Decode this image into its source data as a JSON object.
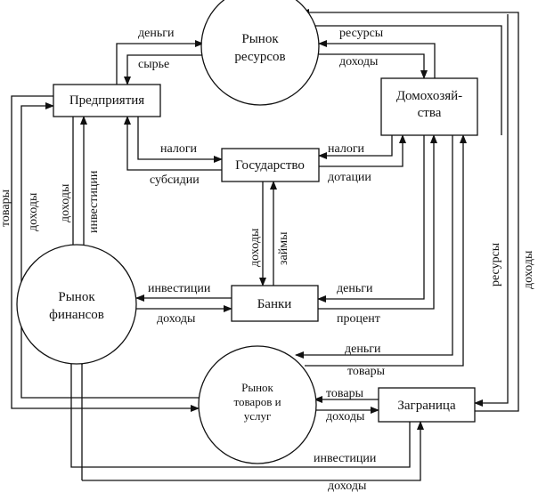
{
  "title": "Кругооборот в экономике",
  "nodes": {
    "resource_market": {
      "lines": [
        "Рынок",
        "ресурсов"
      ],
      "shape": "circle"
    },
    "enterprises": {
      "lines": [
        "Предприятия"
      ],
      "shape": "box"
    },
    "households": {
      "lines": [
        "Домохозяй-",
        "ства"
      ],
      "shape": "box"
    },
    "government": {
      "lines": [
        "Государство"
      ],
      "shape": "box"
    },
    "financial_market": {
      "lines": [
        "Рынок",
        "финансов"
      ],
      "shape": "circle"
    },
    "banks": {
      "lines": [
        "Банки"
      ],
      "shape": "box"
    },
    "goods_market": {
      "lines": [
        "Рынок",
        "товаров и",
        "услуг"
      ],
      "shape": "circle"
    },
    "abroad": {
      "lines": [
        "Заграница"
      ],
      "shape": "box"
    }
  },
  "flows": [
    {
      "id": "ent-res-money",
      "from": "enterprises",
      "to": "resource_market",
      "label": "деньги"
    },
    {
      "id": "res-ent-raw",
      "from": "resource_market",
      "to": "enterprises",
      "label": "сырье"
    },
    {
      "id": "hh-res-resources",
      "from": "households",
      "to": "resource_market",
      "label": "ресурсы"
    },
    {
      "id": "res-hh-income",
      "from": "resource_market",
      "to": "households",
      "label": "доходы"
    },
    {
      "id": "ent-gov-taxes",
      "from": "enterprises",
      "to": "government",
      "label": "налоги"
    },
    {
      "id": "gov-ent-subsidies",
      "from": "government",
      "to": "enterprises",
      "label": "субсидии"
    },
    {
      "id": "hh-gov-taxes",
      "from": "households",
      "to": "government",
      "label": "налоги"
    },
    {
      "id": "gov-hh-grants",
      "from": "government",
      "to": "households",
      "label": "дотации"
    },
    {
      "id": "ent-fin-income",
      "from": "enterprises",
      "to": "financial_market",
      "label": "доходы"
    },
    {
      "id": "fin-ent-invest",
      "from": "financial_market",
      "to": "enterprises",
      "label": "инвестиции"
    },
    {
      "id": "gov-bank-income",
      "from": "government",
      "to": "banks",
      "label": "доходы"
    },
    {
      "id": "bank-gov-loans",
      "from": "banks",
      "to": "government",
      "label": "займы"
    },
    {
      "id": "bank-fin-invest",
      "from": "banks",
      "to": "financial_market",
      "label": "инвестиции"
    },
    {
      "id": "fin-bank-income",
      "from": "financial_market",
      "to": "banks",
      "label": "доходы"
    },
    {
      "id": "hh-bank-money",
      "from": "households",
      "to": "banks",
      "label": "деньги"
    },
    {
      "id": "bank-hh-interest",
      "from": "banks",
      "to": "households",
      "label": "процент"
    },
    {
      "id": "hh-goods-money",
      "from": "households",
      "to": "goods_market",
      "label": "деньги"
    },
    {
      "id": "goods-hh-goods",
      "from": "goods_market",
      "to": "households",
      "label": "товары"
    },
    {
      "id": "abroad-goods-goods",
      "from": "abroad",
      "to": "goods_market",
      "label": "товары"
    },
    {
      "id": "goods-abroad-income",
      "from": "goods_market",
      "to": "abroad",
      "label": "доходы"
    },
    {
      "id": "abroad-fin-invest",
      "from": "abroad",
      "to": "financial_market",
      "label": "инвестиции"
    },
    {
      "id": "fin-abroad-income",
      "from": "financial_market",
      "to": "abroad",
      "label": "доходы"
    },
    {
      "id": "ent-goods-goods",
      "from": "enterprises",
      "to": "goods_market",
      "label": "товары"
    },
    {
      "id": "goods-ent-income",
      "from": "goods_market",
      "to": "enterprises",
      "label": "доходы"
    },
    {
      "id": "hh-abroad-resources",
      "from": "households",
      "to": "abroad",
      "label": "ресурсы"
    },
    {
      "id": "abroad-res-income",
      "from": "abroad",
      "to": "resource_market",
      "label": "доходы"
    }
  ]
}
